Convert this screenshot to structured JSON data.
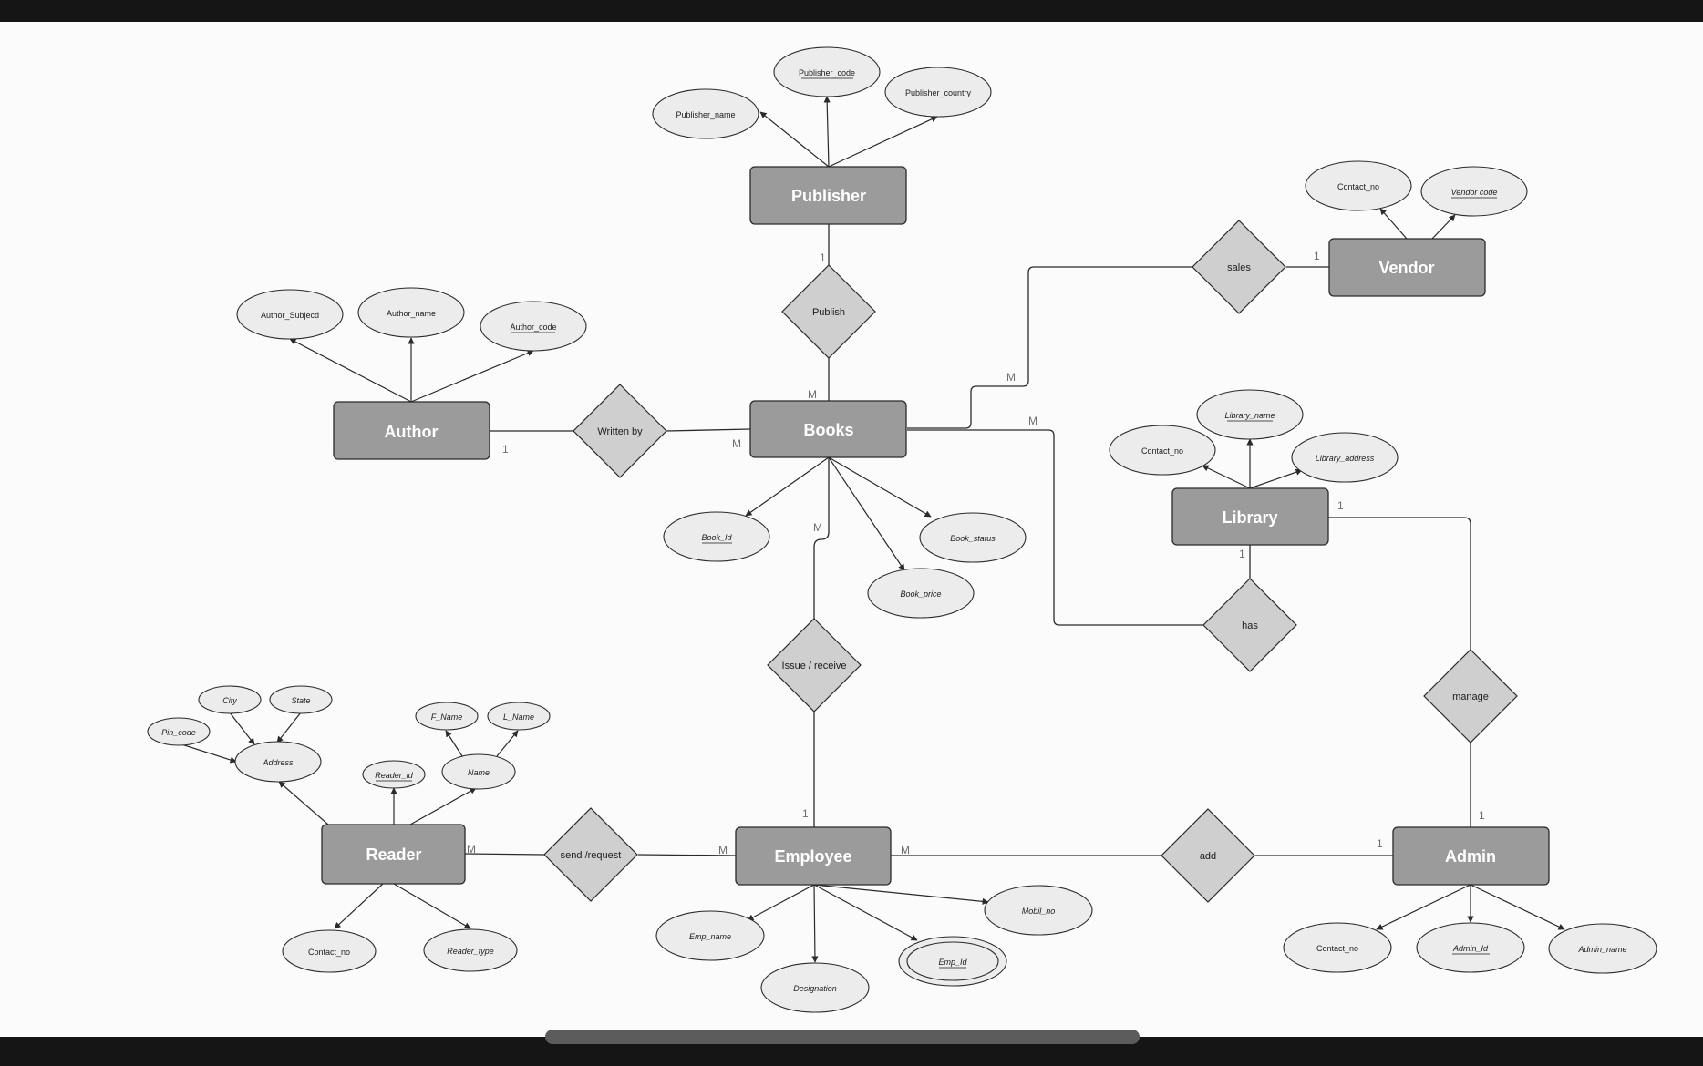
{
  "colors": {
    "entity_fill": "#9b9b9b",
    "relationship_fill": "#cfcfcf",
    "attribute_fill": "#ececec",
    "line": "#2a2a2a",
    "canvas": "#fbfbfb",
    "frame": "#151515"
  },
  "entities": {
    "publisher": "Publisher",
    "vendor": "Vendor",
    "author": "Author",
    "books": "Books",
    "library": "Library",
    "reader": "Reader",
    "employee": "Employee",
    "admin": "Admin"
  },
  "relationships": {
    "publish": "Publish",
    "sales": "sales",
    "written_by": "Written by",
    "has": "has",
    "issue_receive": "Issue / receive",
    "manage": "manage",
    "send_request": "send /request",
    "add": "add"
  },
  "attributes": {
    "publisher_code": "Publisher_code",
    "publisher_name": "Publisher_name",
    "publisher_country": "Publisher_country",
    "vendor_contact_no": "Contact_no",
    "vendor_code": "Vendor code",
    "author_subject": "Author_Subjecd",
    "author_name": "Author_name",
    "author_code": "Author_code",
    "library_name": "Library_name",
    "library_contact_no": "Contact_no",
    "library_address": "Library_address",
    "book_id": "Book_Id",
    "book_status": "Book_status",
    "book_price": "Book_price",
    "city": "City",
    "state": "State",
    "pin_code": "Pin_code",
    "address": "Address",
    "f_name": "F_Name",
    "l_name": "L_Name",
    "reader_id": "Reader_id",
    "name": "Name",
    "reader_contact_no": "Contact_no",
    "reader_type": "Reader_type",
    "emp_name": "Emp_name",
    "designation": "Designation",
    "emp_id": "Emp_Id",
    "mobil_no": "Mobil_no",
    "admin_contact_no": "Contact_no",
    "admin_id": "Admin_Id",
    "admin_name": "Admin_name"
  },
  "cardinalities": {
    "publisher_publish": "1",
    "books_publish": "M",
    "vendor_sales": "1",
    "books_sales": "M",
    "author_written": "1",
    "books_written": "M",
    "books_has": "M",
    "library_has": "1",
    "library_manage": "1",
    "books_issue": "M",
    "employee_issue": "1",
    "reader_send": "M",
    "employee_send": "M",
    "employee_add": "M",
    "admin_add": "1",
    "admin_manage": "1"
  }
}
